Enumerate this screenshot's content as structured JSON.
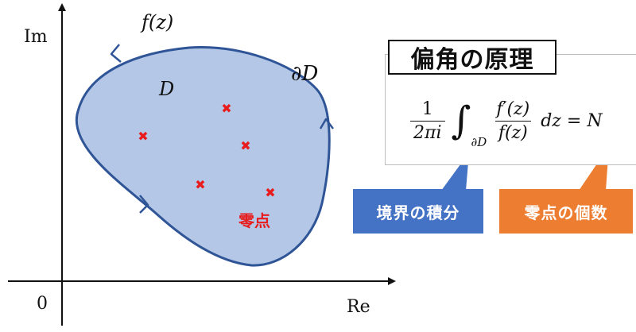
{
  "axes": {
    "y_label": "Im",
    "x_label": "Re",
    "origin": "0"
  },
  "region": {
    "function_label": "f(z)",
    "boundary_label": "∂D",
    "domain_label": "D",
    "zeros_label": "零点",
    "zero_marker": "✖",
    "fill_color": "#b4c7e7",
    "stroke_color": "#2f5597",
    "zero_color": "#e81c1c"
  },
  "theorem": {
    "title": "偏角の原理",
    "formula": {
      "coef_num": "1",
      "coef_den": "2πi",
      "int_sign": "∫",
      "int_sub": "∂D",
      "frac_num": "f′(z)",
      "frac_den": "f(z)",
      "rhs": "dz = N"
    }
  },
  "callouts": {
    "left": {
      "text": "境界の積分",
      "color": "#4472c4"
    },
    "right": {
      "text": "零点の個数",
      "color": "#ed7d31"
    }
  }
}
